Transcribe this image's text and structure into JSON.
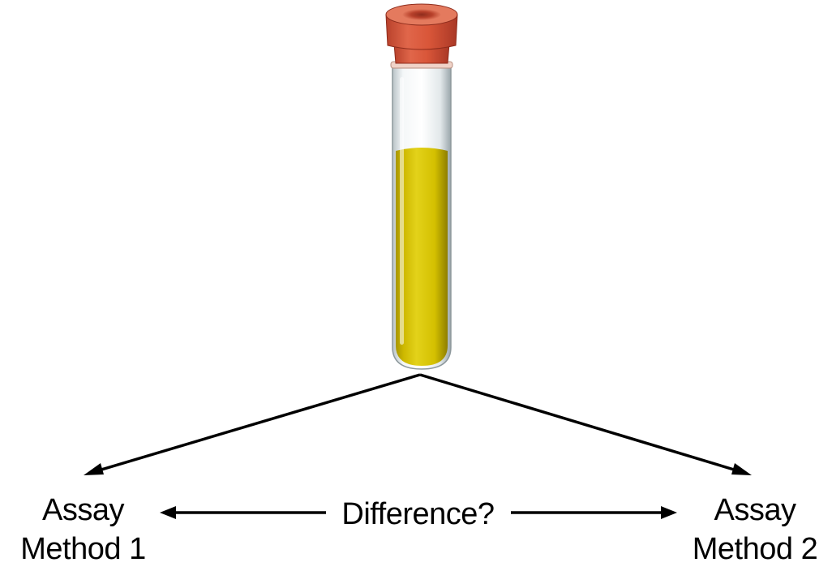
{
  "diagram": {
    "left_method": {
      "line1": "Assay",
      "line2": "Method 1"
    },
    "right_method": {
      "line1": "Assay",
      "line2": "Method 2"
    },
    "comparison_question": "Difference?"
  },
  "colors": {
    "background": "#ffffff",
    "stroke": "#000000",
    "sample_fluid": "#d6c200",
    "stopper": "#d9553a",
    "tube_glass": "#e8eef0"
  }
}
